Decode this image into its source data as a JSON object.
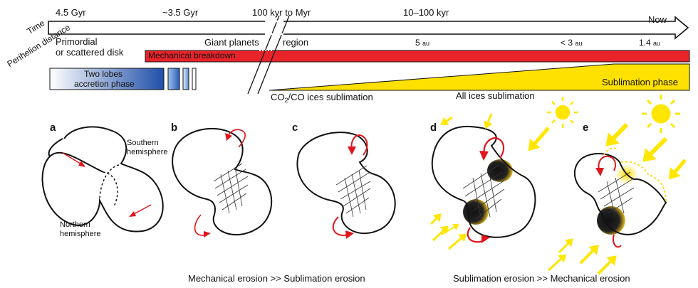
{
  "axes": {
    "time_label": "Time",
    "perihelion_label": "Perihelion distance",
    "time_ticks": [
      "4.5 Gyr",
      "~3.5 Gyr",
      "100 kyr to Myr",
      "10–100 kyr",
      "Now"
    ],
    "distance_labels": {
      "primordial_line1": "Primordial",
      "primordial_line2": "or scattered disk",
      "giant_planets": "Giant planets",
      "region": "region",
      "d5": "5",
      "d3": "< 3",
      "d14": "1.4",
      "unit": "au"
    }
  },
  "phases": {
    "mechanical_breakdown": "Mechanical breakdown",
    "two_lobes_line1": "Two lobes",
    "two_lobes_line2": "accretion phase",
    "sublimation_phase": "Sublimation phase",
    "co2_prefix": "CO",
    "co2_sub": "2",
    "co2_suffix": "/CO ices sublimation",
    "all_ices": "All ices sublimation"
  },
  "panels": {
    "letters": [
      "a",
      "b",
      "c",
      "d",
      "e"
    ],
    "southern_line1": "Southern",
    "southern_line2": "hemisphere",
    "northern_line1": "Northern",
    "northern_line2": "hemisphere"
  },
  "captions": {
    "left": "Mechanical erosion >> Sublimation erosion",
    "right": "Sublimation erosion >> Mechanical erosion"
  },
  "colors": {
    "mechanical": "#e8242a",
    "sublimation": "#ffe100",
    "accretion_dark": "#1f4fa8",
    "accretion_light": "#ffffff",
    "arrows_red": "#e0161c",
    "sun": "#ffe600"
  }
}
